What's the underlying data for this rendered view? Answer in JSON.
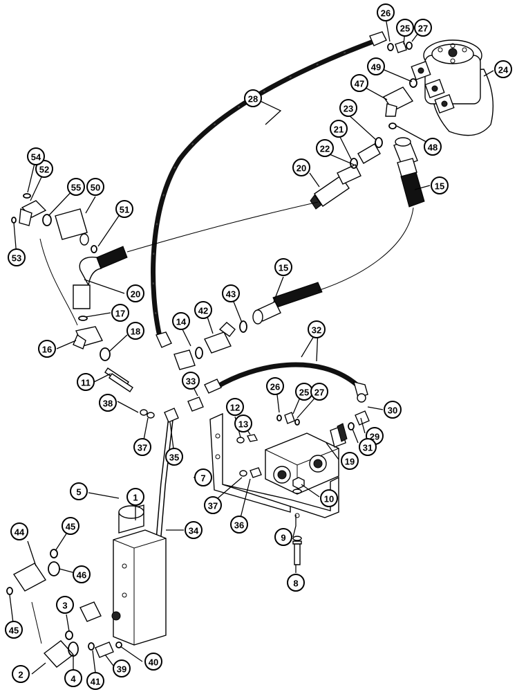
{
  "figure": {
    "kind": "exploded-parts-diagram"
  },
  "callouts": [
    {
      "n": "1"
    },
    {
      "n": "2"
    },
    {
      "n": "3"
    },
    {
      "n": "4"
    },
    {
      "n": "5"
    },
    {
      "n": "7"
    },
    {
      "n": "8"
    },
    {
      "n": "9"
    },
    {
      "n": "10"
    },
    {
      "n": "11"
    },
    {
      "n": "12"
    },
    {
      "n": "13"
    },
    {
      "n": "14"
    },
    {
      "n": "15"
    },
    {
      "n": "15"
    },
    {
      "n": "16"
    },
    {
      "n": "17"
    },
    {
      "n": "18"
    },
    {
      "n": "19"
    },
    {
      "n": "20"
    },
    {
      "n": "20"
    },
    {
      "n": "21"
    },
    {
      "n": "22"
    },
    {
      "n": "23"
    },
    {
      "n": "24"
    },
    {
      "n": "25"
    },
    {
      "n": "25"
    },
    {
      "n": "26"
    },
    {
      "n": "26"
    },
    {
      "n": "27"
    },
    {
      "n": "27"
    },
    {
      "n": "28"
    },
    {
      "n": "29"
    },
    {
      "n": "30"
    },
    {
      "n": "31"
    },
    {
      "n": "32"
    },
    {
      "n": "33"
    },
    {
      "n": "34"
    },
    {
      "n": "35"
    },
    {
      "n": "36"
    },
    {
      "n": "37"
    },
    {
      "n": "37"
    },
    {
      "n": "38"
    },
    {
      "n": "39"
    },
    {
      "n": "40"
    },
    {
      "n": "41"
    },
    {
      "n": "42"
    },
    {
      "n": "43"
    },
    {
      "n": "44"
    },
    {
      "n": "45"
    },
    {
      "n": "45"
    },
    {
      "n": "46"
    },
    {
      "n": "47"
    },
    {
      "n": "48"
    },
    {
      "n": "49"
    },
    {
      "n": "50"
    },
    {
      "n": "51"
    },
    {
      "n": "52"
    },
    {
      "n": "53"
    },
    {
      "n": "54"
    },
    {
      "n": "55"
    }
  ]
}
